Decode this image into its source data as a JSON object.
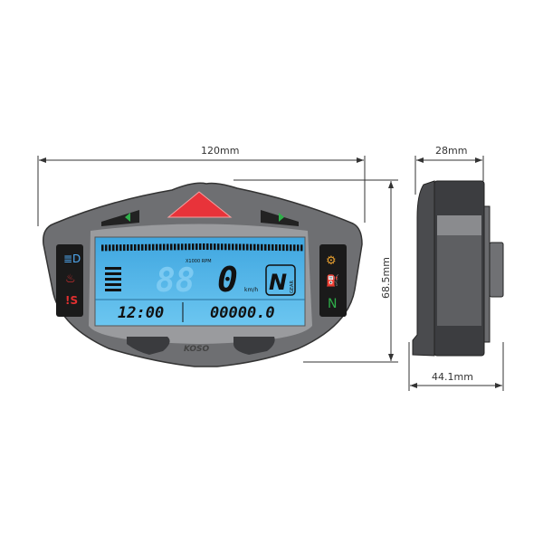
{
  "dimensions": {
    "width": "120mm",
    "height": "68.5mm",
    "depth": "28mm",
    "total_depth": "44.1mm"
  },
  "display": {
    "rpm_unit": "X1000 RPM",
    "speed_faint": "88",
    "speed": "0",
    "speed_unit": "km/h",
    "gear": "N",
    "gear_label": "GEAR",
    "clock": "12:00",
    "odometer": "00000.0",
    "neutral_indicator": "N",
    "brand": "KOSO"
  },
  "colors": {
    "lcd": "#4fb4e8",
    "body": "#6a6b6e",
    "shift_light": "#e8333a",
    "turn": "#2fae4a"
  }
}
